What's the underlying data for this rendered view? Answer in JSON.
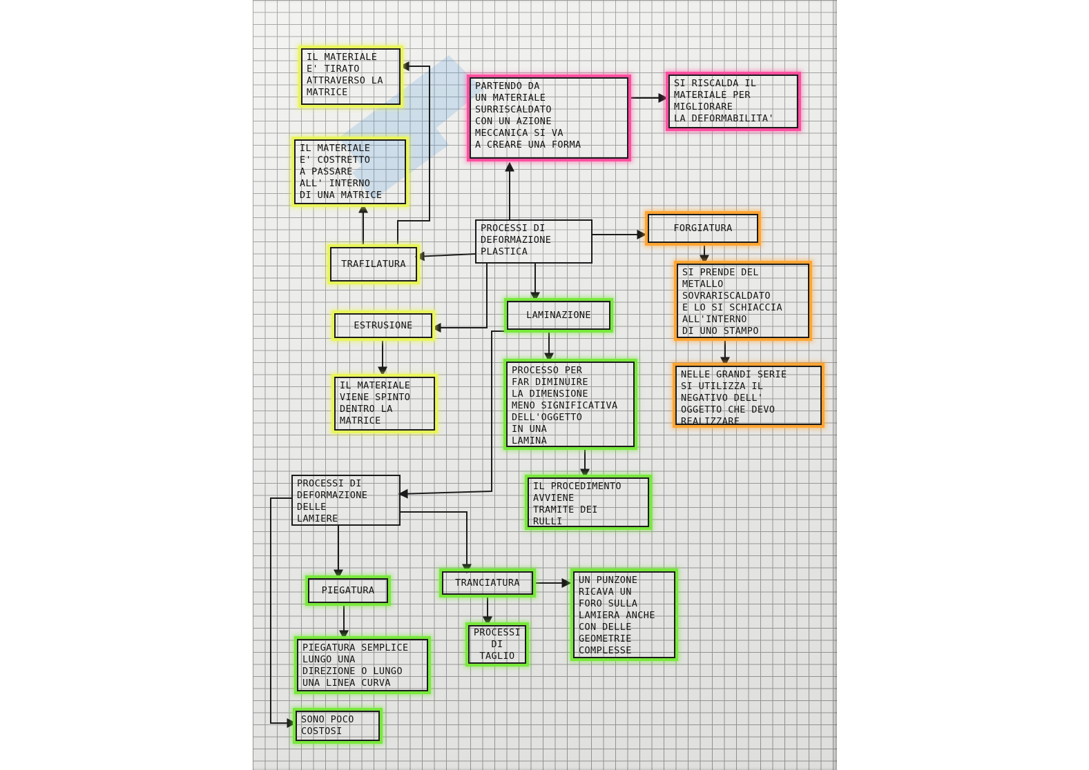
{
  "nodes": {
    "trafilatura_desc": "IL MATERIALE\nE' TIRATO\nATTRAVERSO LA\nMATRICE",
    "central_pink": "PARTENDO DA\nUN MATERIALE\nSURRISCALDATO\nCON UN AZIONE\nMECCANICA SI VA\nA CREARE UNA FORMA",
    "riscalda": "SI RISCALDA IL\nMATERIALE PER\nMIGLIORARE\nLA DEFORMABILITA'",
    "costretto": "IL MATERIALE\nE' COSTRETTO\nA PASSARE\nALL' INTERNO\nDI UNA MATRICE",
    "processi": "PROCESSI DI\nDEFORMAZIONE\nPLASTICA",
    "forgiatura": "FORGIATURA",
    "trafilatura": "TRAFILATURA",
    "forgiatura_desc": "SI PRENDE DEL\nMETALLO\nSOVRARISCALDATO\nE LO SI SCHIACCIA\nALL'INTERNO\nDI UNO STAMPO",
    "laminazione": "LAMINAZIONE",
    "estrusione": "ESTRUSIONE",
    "estrusione_desc": "IL MATERIALE\nVIENE SPINTO\nDENTRO LA\nMATRICE",
    "laminazione_desc": "PROCESSO PER\nFAR DIMINUIRE\nLA DIMENSIONE\nMENO SIGNIFICATIVA\nDELL'OGGETTO\nIN UNA\nLAMINA",
    "grandi_serie": "NELLE GRANDI SERIE\nSI UTILIZZA IL\nNEGATIVO DELL'\nOGGETTO CHE DEVO\nREALIZZARE",
    "lamiere": "PROCESSI DI\nDEFORMAZIONE\nDELLE\nLAMIERE",
    "rulli": "IL PROCEDIMENTO\nAVVIENE\nTRAMITE DEI\nRULLI",
    "piegatura": "PIEGATURA",
    "tranciatura": "TRANCIATURA",
    "punzone": "UN PUNZONE\nRICAVA UN\nFORO SULLA\nLAMIERA ANCHE\nCON DELLE\nGEOMETRIE\nCOMPLESSE",
    "taglio": "PROCESSI\nDI\nTAGLIO",
    "piegatura_desc": "PIEGATURA SEMPLICE\nLUNGO UNA\nDIREZIONE O LUNGO\nUNA LINEA CURVA",
    "costosi": "SONO POCO\nCOSTOSI"
  },
  "colors": {
    "yellow": "#e9f55a",
    "green": "#79e83c",
    "pink": "#ff4fa0",
    "orange": "#ffa533"
  }
}
